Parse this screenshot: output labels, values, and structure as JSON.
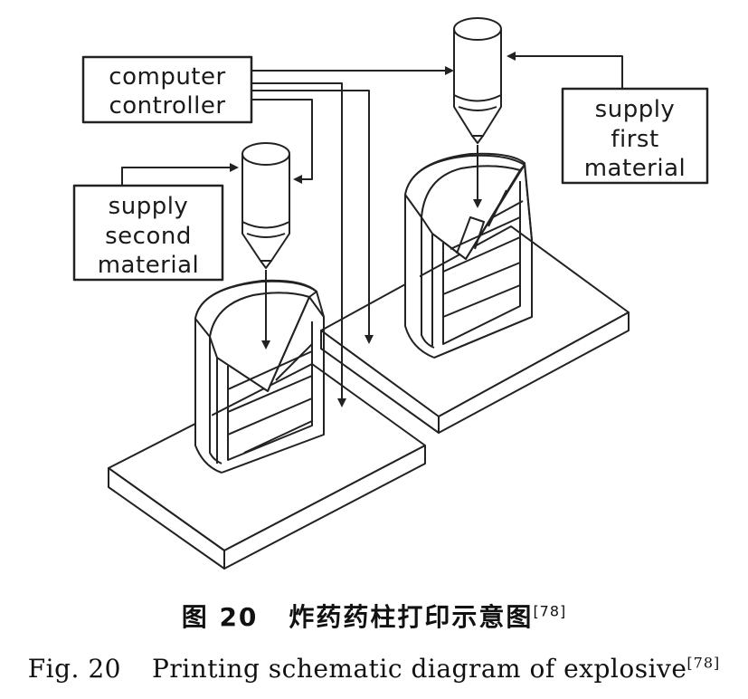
{
  "labels": {
    "computer_controller": [
      "computer",
      "controller"
    ],
    "supply_first": [
      "supply",
      "first",
      "material"
    ],
    "supply_second": [
      "supply",
      "second",
      "material"
    ]
  },
  "caption": {
    "cn_fig": "图 20",
    "cn_title": "炸药药柱打印示意图",
    "cn_ref": "[78]",
    "en_fig": "Fig. 20",
    "en_title": "Printing schematic diagram of explosive",
    "en_ref": "[78]"
  }
}
